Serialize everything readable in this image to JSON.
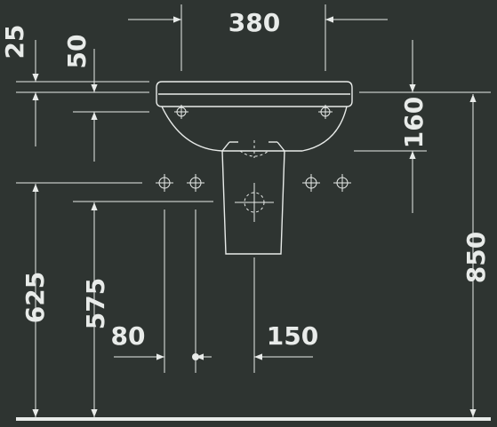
{
  "dimensions": {
    "width_top": "380",
    "depth_top_left": "25",
    "depth_top_mid": "50",
    "rim_to_hole": "160",
    "total_height": "850",
    "height_625": "625",
    "height_575": "575",
    "offset_80": "80",
    "offset_150": "150"
  },
  "colors": {
    "background": "#2e3431",
    "lines": "#e8ebe9"
  }
}
